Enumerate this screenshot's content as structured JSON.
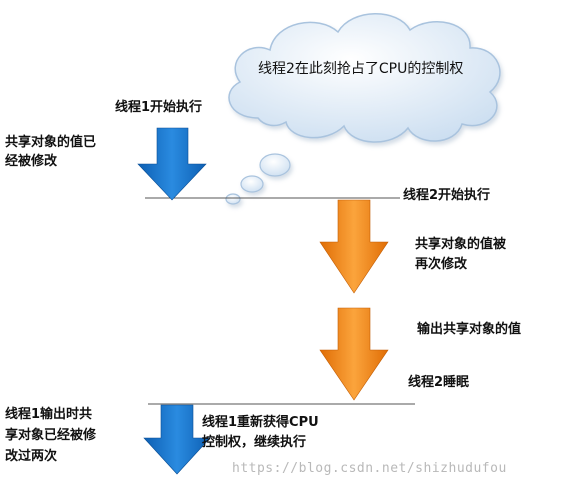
{
  "cloud": {
    "text": "线程2在此刻抢占了CPU的控制权"
  },
  "labels": {
    "t1_start": "线程1开始执行",
    "shared_modified_1": "共享对象的值已",
    "shared_modified_2": "经被修改",
    "t2_start": "线程2开始执行",
    "shared_modified_again_1": "共享对象的值被",
    "shared_modified_again_2": "再次修改",
    "output_shared": "输出共享对象的值",
    "t2_sleep": "线程2睡眠",
    "t1_output_1": "线程1输出时共",
    "t1_output_2": "享对象已经被修",
    "t1_output_3": "改过两次",
    "t1_regain_1": "线程1重新获得CPU",
    "t1_regain_2": "控制权，继续执行"
  },
  "watermark": "https://blog.csdn.net/shizhudufou",
  "colors": {
    "blue_arrow": "#1a77d2",
    "orange_arrow": "#f6870f",
    "cloud_fill": "#dbe8f5",
    "cloud_stroke": "#a9c3de",
    "line": "#555555"
  }
}
